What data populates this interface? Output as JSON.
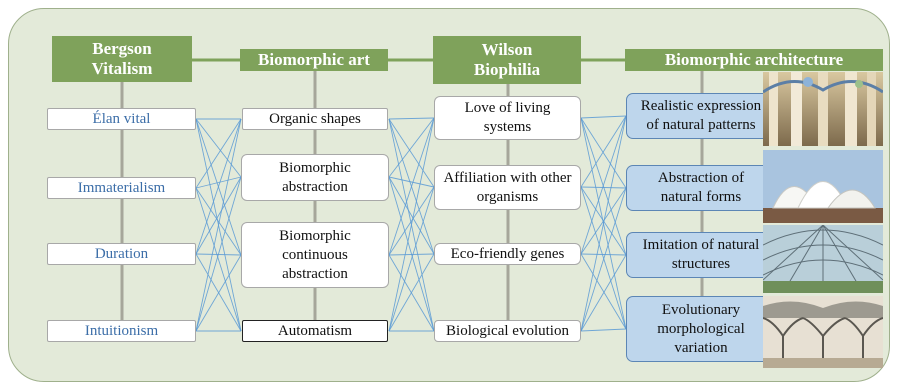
{
  "headers": {
    "bergson": "Bergson\nVitalism",
    "biomorphic_art": "Biomorphic art",
    "wilson": "Wilson\nBiophilia",
    "biomorphic_architecture": "Biomorphic architecture"
  },
  "bergson_items": [
    "Élan vital",
    "Immaterialism",
    "Duration",
    "Intuitionism"
  ],
  "art_items": [
    "Organic shapes",
    "Biomorphic\nabstraction",
    "Biomorphic\ncontinuous\nabstraction",
    "Automatism"
  ],
  "wilson_items": [
    "Love of living\nsystems",
    "Affiliation with other\norganisms",
    "Eco-friendly genes",
    "Biological evolution"
  ],
  "architecture_items": [
    "Realistic expression\nof natural patterns",
    "Abstraction of\nnatural forms",
    "Imitation of natural\nstructures",
    "Evolutionary\nmorphological\nvariation"
  ],
  "photos": [
    "cathedral-interior-photo",
    "opera-house-photo",
    "glass-dome-photo",
    "tree-column-canopy-photo"
  ],
  "colors": {
    "header_green": "#7fa25b",
    "panel_bg": "#e3ead9",
    "link_blue": "#5b9bd5",
    "arch_box_blue": "#bed6ec",
    "item_text_blue": "#3c6ea8"
  }
}
